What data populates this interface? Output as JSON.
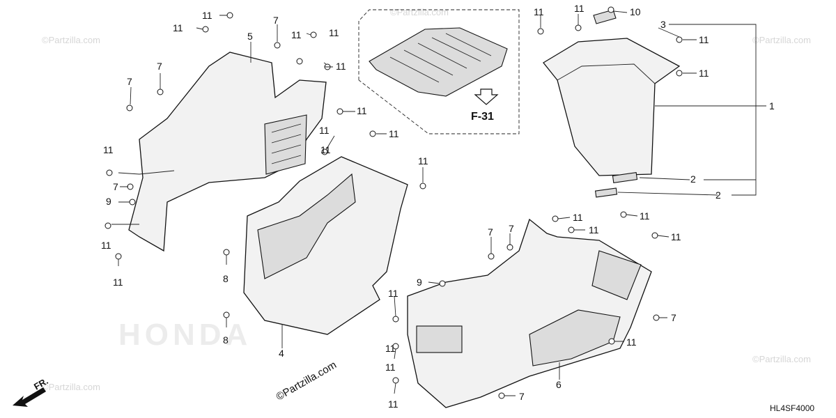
{
  "diagram": {
    "code": "HL4SF4000",
    "ref_page": "F-31",
    "front_marker": "FR.",
    "watermark": "©Partzilla.com",
    "brand_watermark": "HONDA"
  },
  "callouts": {
    "p1": "1",
    "p2a": "2",
    "p2b": "2",
    "p3": "3",
    "p4": "4",
    "p5": "5",
    "p6": "6",
    "p7a": "7",
    "p7b": "7",
    "p7c": "7",
    "p7d": "7",
    "p7e": "7",
    "p7f": "7",
    "p7g": "7",
    "p7h": "7",
    "p8a": "8",
    "p8b": "8",
    "p9a": "9",
    "p9b": "9",
    "p10": "10",
    "p11a": "11",
    "p11b": "11",
    "p11c": "11",
    "p11d": "11",
    "p11e": "11",
    "p11f": "11",
    "p11g": "11",
    "p11h": "11",
    "p11i": "11",
    "p11j": "11",
    "p11k": "11",
    "p11l": "11",
    "p11m": "11",
    "p11n": "11",
    "p11o": "11",
    "p11p": "11",
    "p11q": "11",
    "p11r": "11",
    "p11s": "11",
    "p11t": "11",
    "p11u": "11",
    "p11v": "11",
    "p11w": "11",
    "p11x": "11",
    "p11y": "11",
    "p11z": "11"
  }
}
